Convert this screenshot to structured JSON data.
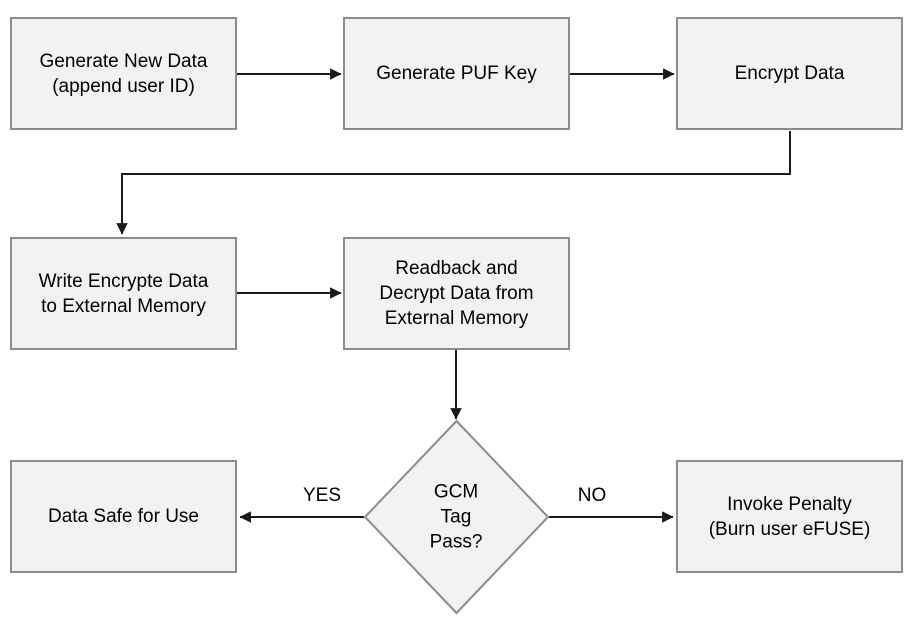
{
  "colors": {
    "node_fill": "#f2f2f2",
    "node_border": "#8c8c8c",
    "line": "#1a1a1a",
    "text": "#000000",
    "background": "#ffffff"
  },
  "nodes": {
    "generate_new_data": {
      "line1": "Generate New Data",
      "line2": "(append user ID)"
    },
    "generate_puf_key": {
      "line1": "Generate PUF Key"
    },
    "encrypt_data": {
      "line1": "Encrypt Data"
    },
    "write_encrypted": {
      "line1": "Write Encrypte Data",
      "line2": "to External Memory"
    },
    "readback": {
      "line1": "Readback and",
      "line2": "Decrypt Data from",
      "line3": "External Memory"
    },
    "decision": {
      "line1": "GCM",
      "line2": "Tag",
      "line3": "Pass?"
    },
    "data_safe": {
      "line1": "Data Safe for Use"
    },
    "invoke_penalty": {
      "line1": "Invoke Penalty",
      "line2": "(Burn user eFUSE)"
    }
  },
  "edge_labels": {
    "yes": "YES",
    "no": "NO"
  }
}
